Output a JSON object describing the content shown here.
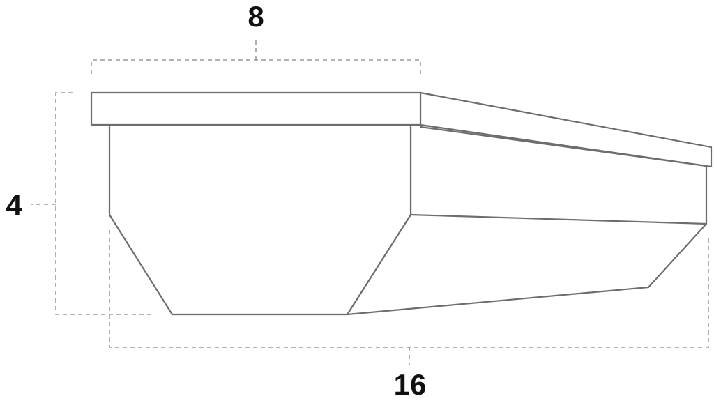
{
  "dimensions": {
    "width_top": "8",
    "height": "4",
    "length_bottom": "16"
  },
  "colors": {
    "outline": "#6d6d6d",
    "dimension_line": "#9a9a9a",
    "label": "#111111",
    "background": "#ffffff"
  }
}
